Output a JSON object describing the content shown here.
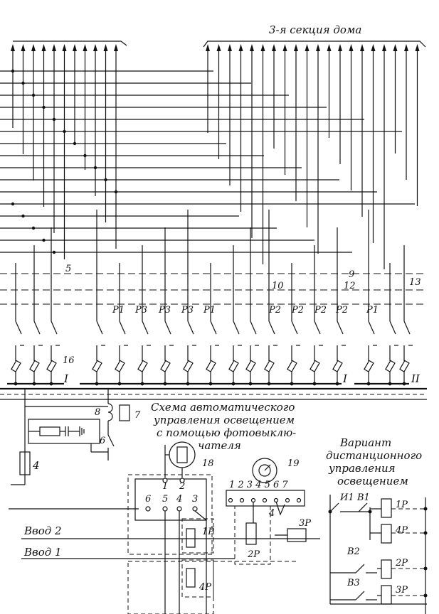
{
  "diagram": {
    "title_top": "3-я секция дома",
    "caption_auto": [
      "Схема автоматического",
      "управления освещением",
      "с помощью фотовыклю-",
      "чателя"
    ],
    "caption_remote": [
      "Вариант",
      "дистанционного",
      "управления",
      "освещением"
    ],
    "inputs": [
      "Ввод 2",
      "Ввод 1"
    ],
    "relay_labels": [
      "P1",
      "P3",
      "P3",
      "P3",
      "P1",
      "P2",
      "P2",
      "P2",
      "P2",
      "P1"
    ],
    "bus_labels": [
      "I",
      "I",
      "II"
    ],
    "numbers": [
      "16",
      "5",
      "9",
      "10",
      "12",
      "13",
      "8",
      "7",
      "6",
      "4",
      "18",
      "19"
    ],
    "terminal_18": [
      "1",
      "2",
      "6",
      "5",
      "4",
      "3"
    ],
    "terminal_19": "1 2 3 4 5 6 7",
    "relays_right": [
      "1P",
      "4P",
      "2P",
      "3P"
    ],
    "switches_right": [
      "И1",
      "В1",
      "В2",
      "В3"
    ],
    "relays_box": [
      "1P",
      "4P",
      "2P",
      "3P"
    ],
    "small_4": "4"
  }
}
